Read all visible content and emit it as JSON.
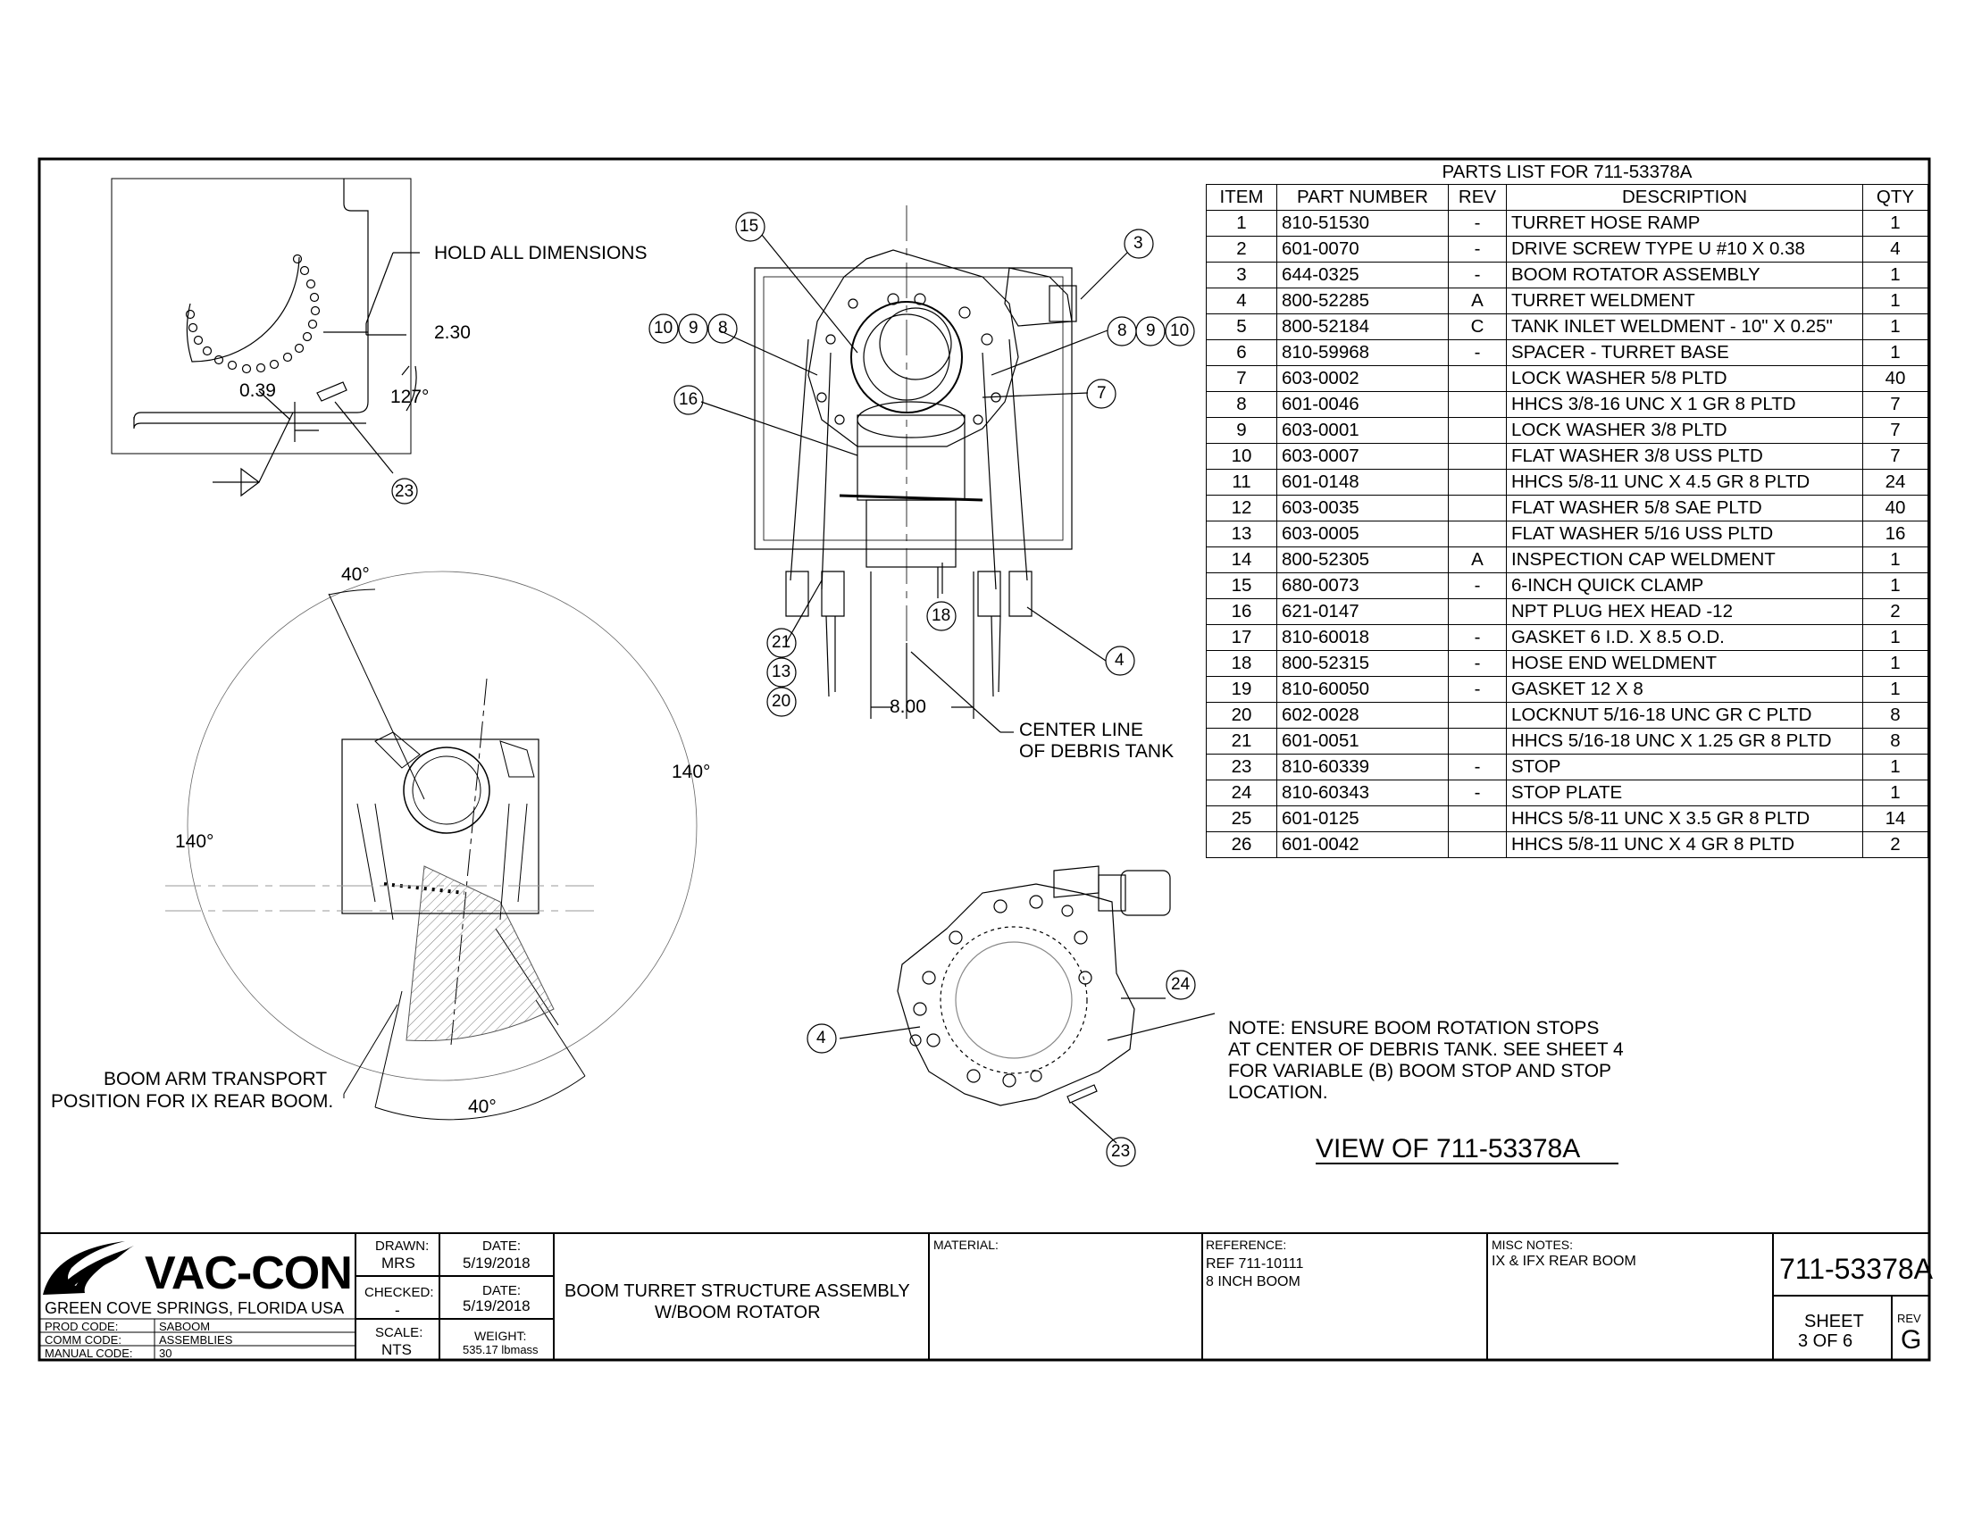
{
  "parts_list": {
    "title": "PARTS LIST FOR 711-53378A",
    "columns": [
      "ITEM",
      "PART NUMBER",
      "REV",
      "DESCRIPTION",
      "QTY"
    ],
    "rows": [
      {
        "item": "1",
        "part": "810-51530",
        "rev": "-",
        "desc": "TURRET HOSE RAMP",
        "qty": "1"
      },
      {
        "item": "2",
        "part": "601-0070",
        "rev": "-",
        "desc": "DRIVE SCREW TYPE U #10 X 0.38",
        "qty": "4"
      },
      {
        "item": "3",
        "part": "644-0325",
        "rev": "-",
        "desc": "BOOM ROTATOR ASSEMBLY",
        "qty": "1"
      },
      {
        "item": "4",
        "part": "800-52285",
        "rev": "A",
        "desc": "TURRET WELDMENT",
        "qty": "1"
      },
      {
        "item": "5",
        "part": "800-52184",
        "rev": "C",
        "desc": "TANK INLET WELDMENT - 10\" X 0.25\"",
        "qty": "1"
      },
      {
        "item": "6",
        "part": "810-59968",
        "rev": "-",
        "desc": "SPACER - TURRET BASE",
        "qty": "1"
      },
      {
        "item": "7",
        "part": "603-0002",
        "rev": "",
        "desc": "LOCK WASHER 5/8 PLTD",
        "qty": "40"
      },
      {
        "item": "8",
        "part": "601-0046",
        "rev": "",
        "desc": "HHCS 3/8-16 UNC X 1 GR 8 PLTD",
        "qty": "7"
      },
      {
        "item": "9",
        "part": "603-0001",
        "rev": "",
        "desc": "LOCK WASHER 3/8 PLTD",
        "qty": "7"
      },
      {
        "item": "10",
        "part": "603-0007",
        "rev": "",
        "desc": "FLAT WASHER 3/8 USS PLTD",
        "qty": "7"
      },
      {
        "item": "11",
        "part": "601-0148",
        "rev": "",
        "desc": "HHCS 5/8-11 UNC X 4.5 GR 8 PLTD",
        "qty": "24"
      },
      {
        "item": "12",
        "part": "603-0035",
        "rev": "",
        "desc": "FLAT WASHER 5/8 SAE PLTD",
        "qty": "40"
      },
      {
        "item": "13",
        "part": "603-0005",
        "rev": "",
        "desc": "FLAT WASHER 5/16 USS PLTD",
        "qty": "16"
      },
      {
        "item": "14",
        "part": "800-52305",
        "rev": "A",
        "desc": "INSPECTION CAP WELDMENT",
        "qty": "1"
      },
      {
        "item": "15",
        "part": "680-0073",
        "rev": "-",
        "desc": "6-INCH QUICK CLAMP",
        "qty": "1"
      },
      {
        "item": "16",
        "part": "621-0147",
        "rev": "",
        "desc": "NPT PLUG HEX HEAD -12",
        "qty": "2"
      },
      {
        "item": "17",
        "part": "810-60018",
        "rev": "-",
        "desc": "GASKET 6 I.D. X 8.5 O.D.",
        "qty": "1"
      },
      {
        "item": "18",
        "part": "800-52315",
        "rev": "-",
        "desc": "HOSE END WELDMENT",
        "qty": "1"
      },
      {
        "item": "19",
        "part": "810-60050",
        "rev": "-",
        "desc": "GASKET 12 X 8",
        "qty": "1"
      },
      {
        "item": "20",
        "part": "602-0028",
        "rev": "",
        "desc": "LOCKNUT 5/16-18 UNC GR C PLTD",
        "qty": "8"
      },
      {
        "item": "21",
        "part": "601-0051",
        "rev": "",
        "desc": "HHCS 5/16-18 UNC X 1.25 GR 8 PLTD",
        "qty": "8"
      },
      {
        "item": "23",
        "part": "810-60339",
        "rev": "-",
        "desc": "STOP",
        "qty": "1"
      },
      {
        "item": "24",
        "part": "810-60343",
        "rev": "-",
        "desc": "STOP PLATE",
        "qty": "1"
      },
      {
        "item": "25",
        "part": "601-0125",
        "rev": "",
        "desc": "HHCS 5/8-11 UNC X 3.5 GR 8 PLTD",
        "qty": "14"
      },
      {
        "item": "26",
        "part": "601-0042",
        "rev": "",
        "desc": "HHCS 5/8-11 UNC X 4 GR 8 PLTD",
        "qty": "2"
      }
    ]
  },
  "top_view": {
    "hold_dims": "HOLD ALL DIMENSIONS",
    "dim_230": "2.30",
    "dim_039": "0.39",
    "angle_127": "127°",
    "callout_23": "23"
  },
  "rotation_view": {
    "angle_40_top": "40°",
    "angle_140_right": "140°",
    "angle_140_left": "140°",
    "angle_40_bottom": "40°",
    "transport_note_1": "BOOM ARM TRANSPORT",
    "transport_note_2": "POSITION FOR IX REAR BOOM."
  },
  "front_view": {
    "callouts": {
      "c15": "15",
      "c3": "3",
      "c10a": "10",
      "c9a": "9",
      "c8a": "8",
      "c8b": "8",
      "c9b": "9",
      "c10b": "10",
      "c16": "16",
      "c7": "7",
      "c18": "18",
      "c21": "21",
      "c13": "13",
      "c20": "20",
      "c4": "4"
    },
    "dim_800": "8.00",
    "centerline_1": "CENTER LINE",
    "centerline_2": "OF DEBRIS TANK"
  },
  "base_view": {
    "callout_24": "24",
    "callout_4": "4",
    "callout_23": "23",
    "note_lines": [
      "NOTE: ENSURE BOOM ROTATION STOPS",
      "AT CENTER OF DEBRIS TANK.  SEE SHEET 4",
      "FOR VARIABLE (B) BOOM STOP AND STOP",
      "LOCATION."
    ],
    "view_title": "VIEW OF 711-53378A"
  },
  "title_block": {
    "company": "VAC-CON",
    "location": "GREEN COVE SPRINGS, FLORIDA USA",
    "prod_code_label": "PROD CODE:",
    "prod_code": "SABOOM",
    "comm_code_label": "COMM CODE:",
    "comm_code": "ASSEMBLIES",
    "manual_code_label": "MANUAL CODE:",
    "manual_code": "30",
    "drawn_label": "DRAWN:",
    "drawn": "MRS",
    "date_label": "DATE:",
    "drawn_date": "5/19/2018",
    "checked_label": "CHECKED:",
    "checked": "-",
    "checked_date": "5/19/2018",
    "scale_label": "SCALE:",
    "scale": "NTS",
    "weight_label": "WEIGHT:",
    "weight": "535.17 lbmass",
    "title_1": "BOOM TURRET STRUCTURE ASSEMBLY",
    "title_2": "W/BOOM ROTATOR",
    "material_label": "MATERIAL:",
    "reference_label": "REFERENCE:",
    "reference_1": "REF 711-10111",
    "reference_2": "8 INCH BOOM",
    "misc_label": "MISC NOTES:",
    "misc": "IX & IFX REAR BOOM",
    "drawing_number": "711-53378A",
    "sheet_label": "SHEET",
    "sheet": "3  OF 6",
    "rev_label": "REV",
    "rev": "G"
  }
}
